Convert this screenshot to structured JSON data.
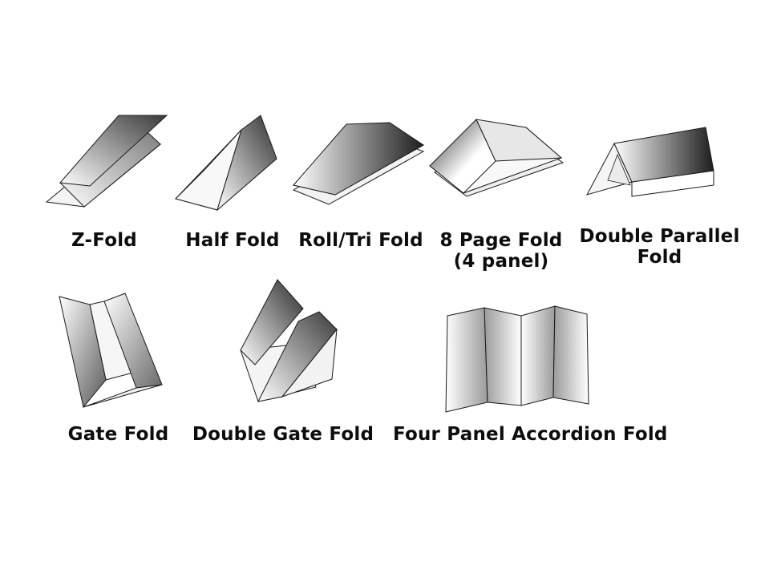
{
  "folds": [
    {
      "label_lines": [
        "Z-Fold"
      ]
    },
    {
      "label_lines": [
        "Half Fold"
      ]
    },
    {
      "label_lines": [
        "Roll/Tri Fold"
      ]
    },
    {
      "label_lines": [
        "8 Page Fold",
        "(4 panel)"
      ]
    },
    {
      "label_lines": [
        "Double Parallel",
        "Fold"
      ]
    },
    {
      "label_lines": [
        "Gate Fold"
      ]
    },
    {
      "label_lines": [
        "Double Gate Fold"
      ]
    },
    {
      "label_lines": [
        "Four Panel Accordion Fold"
      ]
    }
  ],
  "colors": {
    "paper_light": "#ffffff",
    "paper_dark": "#3a3a3a",
    "outline": "#1a1a1a",
    "text": "#0d0d0d"
  }
}
